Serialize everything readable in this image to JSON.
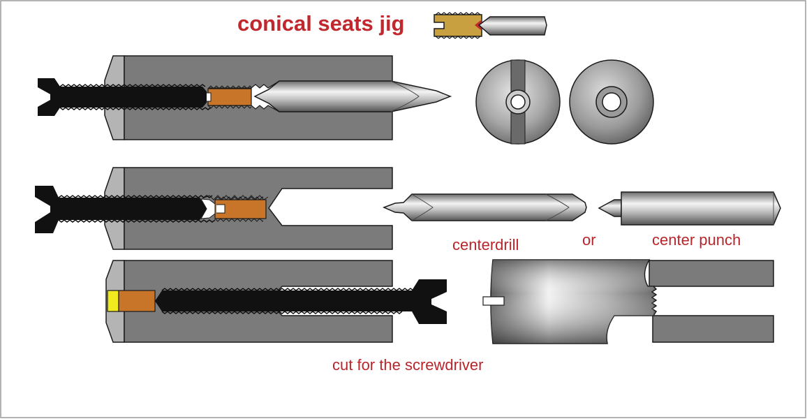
{
  "title": "conical seats jig",
  "labels": {
    "centerdrill": "centerdrill",
    "or": "or",
    "center_punch": "center punch",
    "cut_for_screwdriver": "cut for the screwdriver"
  },
  "colors": {
    "title_text": "#c0282d",
    "label_text": "#b8262b",
    "block_fill": "#7b7b7b",
    "block_stroke": "#1a1a1a",
    "bevel_fill": "#b4b4b4",
    "screw_fill": "#111111",
    "nut_fill": "#c8752a",
    "insert_fill": "#c9a040",
    "yellow_pad": "#f1ea1e",
    "tip_red": "#c0282d",
    "frame_stroke": "#9a9a9a"
  }
}
